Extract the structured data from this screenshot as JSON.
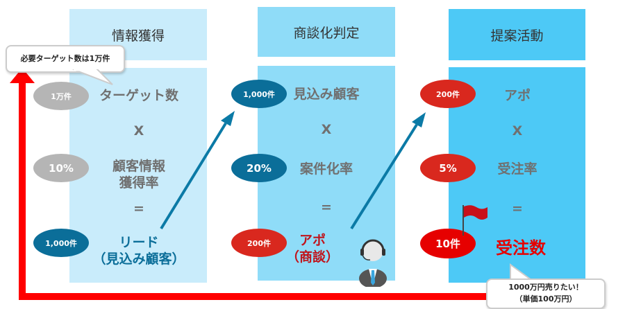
{
  "columns": [
    {
      "header": "情報獲得",
      "oval1": "1万件",
      "item1": "ターゲット数",
      "op1": "X",
      "oval2": "10%",
      "item2a": "顧客情報",
      "item2b": "獲得率",
      "op2": "=",
      "oval3": "1,000件",
      "result_a": "リード",
      "result_b": "（見込み顧客）"
    },
    {
      "header": "商談化判定",
      "oval1": "1,000件",
      "item1": "見込み顧客",
      "op1": "X",
      "oval2": "20%",
      "item2a": "案件化率",
      "op2": "=",
      "oval3": "200件",
      "result_a": "アポ",
      "result_b": "（商談）"
    },
    {
      "header": "提案活動",
      "oval1": "200件",
      "item1": "アポ",
      "op1": "X",
      "oval2": "5%",
      "item2a": "受注率",
      "op2": "=",
      "oval3": "10件",
      "result_a": "受注数"
    }
  ],
  "callouts": {
    "target": "必要ターゲット数は1万件",
    "goal_line1": "1000万円売りたい！",
    "goal_line2": "（単価100万円）"
  },
  "colors": {
    "col1": "#c9ecfb",
    "col2": "#8fdcf8",
    "col3": "#4dc9f6",
    "arrow_red": "#ff0000",
    "arrow_blue": "#0b7aa6"
  }
}
